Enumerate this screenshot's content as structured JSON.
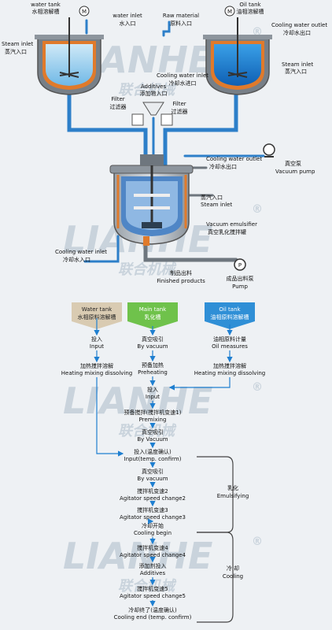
{
  "watermark": {
    "brand": "LIANHE",
    "brand_cn": "联合机械",
    "reg": "®"
  },
  "top": {
    "water_tank": "water tank",
    "water_tank_cn": "水相溶解槽",
    "motor": "M",
    "water_inlet": "water inlet",
    "water_inlet_cn": "水入口",
    "raw_material": "Raw material",
    "raw_material_cn": "原料入口",
    "oil_tank": "Oil tank",
    "oil_tank_cn": "油相溶解槽",
    "steam_inlet_left": "Steam inlet",
    "steam_inlet_left_cn": "蒸汽入口",
    "cooling_water_outlet_right": "Cooling water outlet",
    "cooling_water_outlet_right_cn": "冷却水出口",
    "steam_inlet_right": "Steam inlet",
    "steam_inlet_right_cn": "蒸汽入口",
    "additives": "Additives",
    "additives_cn": "添加物入口",
    "cooling_water_inlet_right": "Cooling water inlet",
    "cooling_water_inlet_right_cn": "冷却水进口",
    "filter_left": "Filter",
    "filter_left_cn": "过滤器",
    "filter_right": "Filter",
    "filter_right_cn": "过滤器",
    "cooling_water_outlet_mid": "Cooling water outlet",
    "cooling_water_outlet_mid_cn": "冷却水出口",
    "vacuum_pump": "Vacuum pump",
    "vacuum_pump_cn": "真空泵",
    "steam_inlet_mid": "Steam inlet",
    "steam_inlet_mid_cn": "蒸汽入口",
    "vacuum_emulsifier": "Vacuum emulsifier",
    "vacuum_emulsifier_cn": "真空乳化搅拌罐",
    "cooling_water_inlet_left": "Cooling water inlet",
    "cooling_water_inlet_left_cn": "冷却水入口",
    "finished_products": "Finished products",
    "finished_products_cn": "制品出料",
    "pump": "Pump",
    "pump_cn": "成品出料泵",
    "pump_symbol": "P"
  },
  "flow": {
    "headers": [
      {
        "en": "Water tank",
        "cn": "水相原料溶解槽",
        "color": "#d9cbb2",
        "text": "#222222"
      },
      {
        "en": "Main tank",
        "cn": "乳化槽",
        "color": "#6fc24b",
        "text": "#ffffff"
      },
      {
        "en": "Oil tank",
        "cn": "油相原料溶解槽",
        "color": "#2f8fd6",
        "text": "#ffffff"
      }
    ],
    "water": [
      {
        "cn": "投入",
        "en": "Input"
      },
      {
        "cn": "加热搅拌溶解",
        "en": "Heating mixing dissolving"
      }
    ],
    "oil": [
      {
        "cn": "油相原料计量",
        "en": "Oil measures"
      },
      {
        "cn": "加热搅拌溶解",
        "en": "Heating mixing dissolving"
      }
    ],
    "main": [
      {
        "cn": "真空吸引",
        "en": "By vacuum"
      },
      {
        "cn": "预备加热",
        "en": "Preheating"
      },
      {
        "cn": "投入",
        "en": "Input"
      },
      {
        "cn": "预备搅拌(搅拌机变速1)",
        "en": "Premixing"
      },
      {
        "cn": "真空吸引",
        "en": "By Vacuum"
      },
      {
        "cn": "投入(温度确认)",
        "en": "Input(temp. confirm)"
      },
      {
        "cn": "真空吸引",
        "en": "By vacuum"
      },
      {
        "cn": "搅拌机变速2",
        "en": "Agitator speed change2"
      },
      {
        "cn": "搅拌机变速3",
        "en": "Agitator speed change3"
      },
      {
        "cn": "冷却开始",
        "en": "Cooling begin"
      },
      {
        "cn": "搅拌机变速4",
        "en": "Agitator speed change4"
      },
      {
        "cn": "添加剂投入",
        "en": "Additives"
      },
      {
        "cn": "搅拌机变速5",
        "en": "Agitator speed change5"
      },
      {
        "cn": "冷却终了(温度确认)",
        "en": "Cooling end (temp. confirm)"
      }
    ],
    "emulsifying": {
      "cn": "乳化",
      "en": "Emulsifying"
    },
    "cooling": {
      "cn": "冷 却",
      "en": "Cooling"
    }
  }
}
